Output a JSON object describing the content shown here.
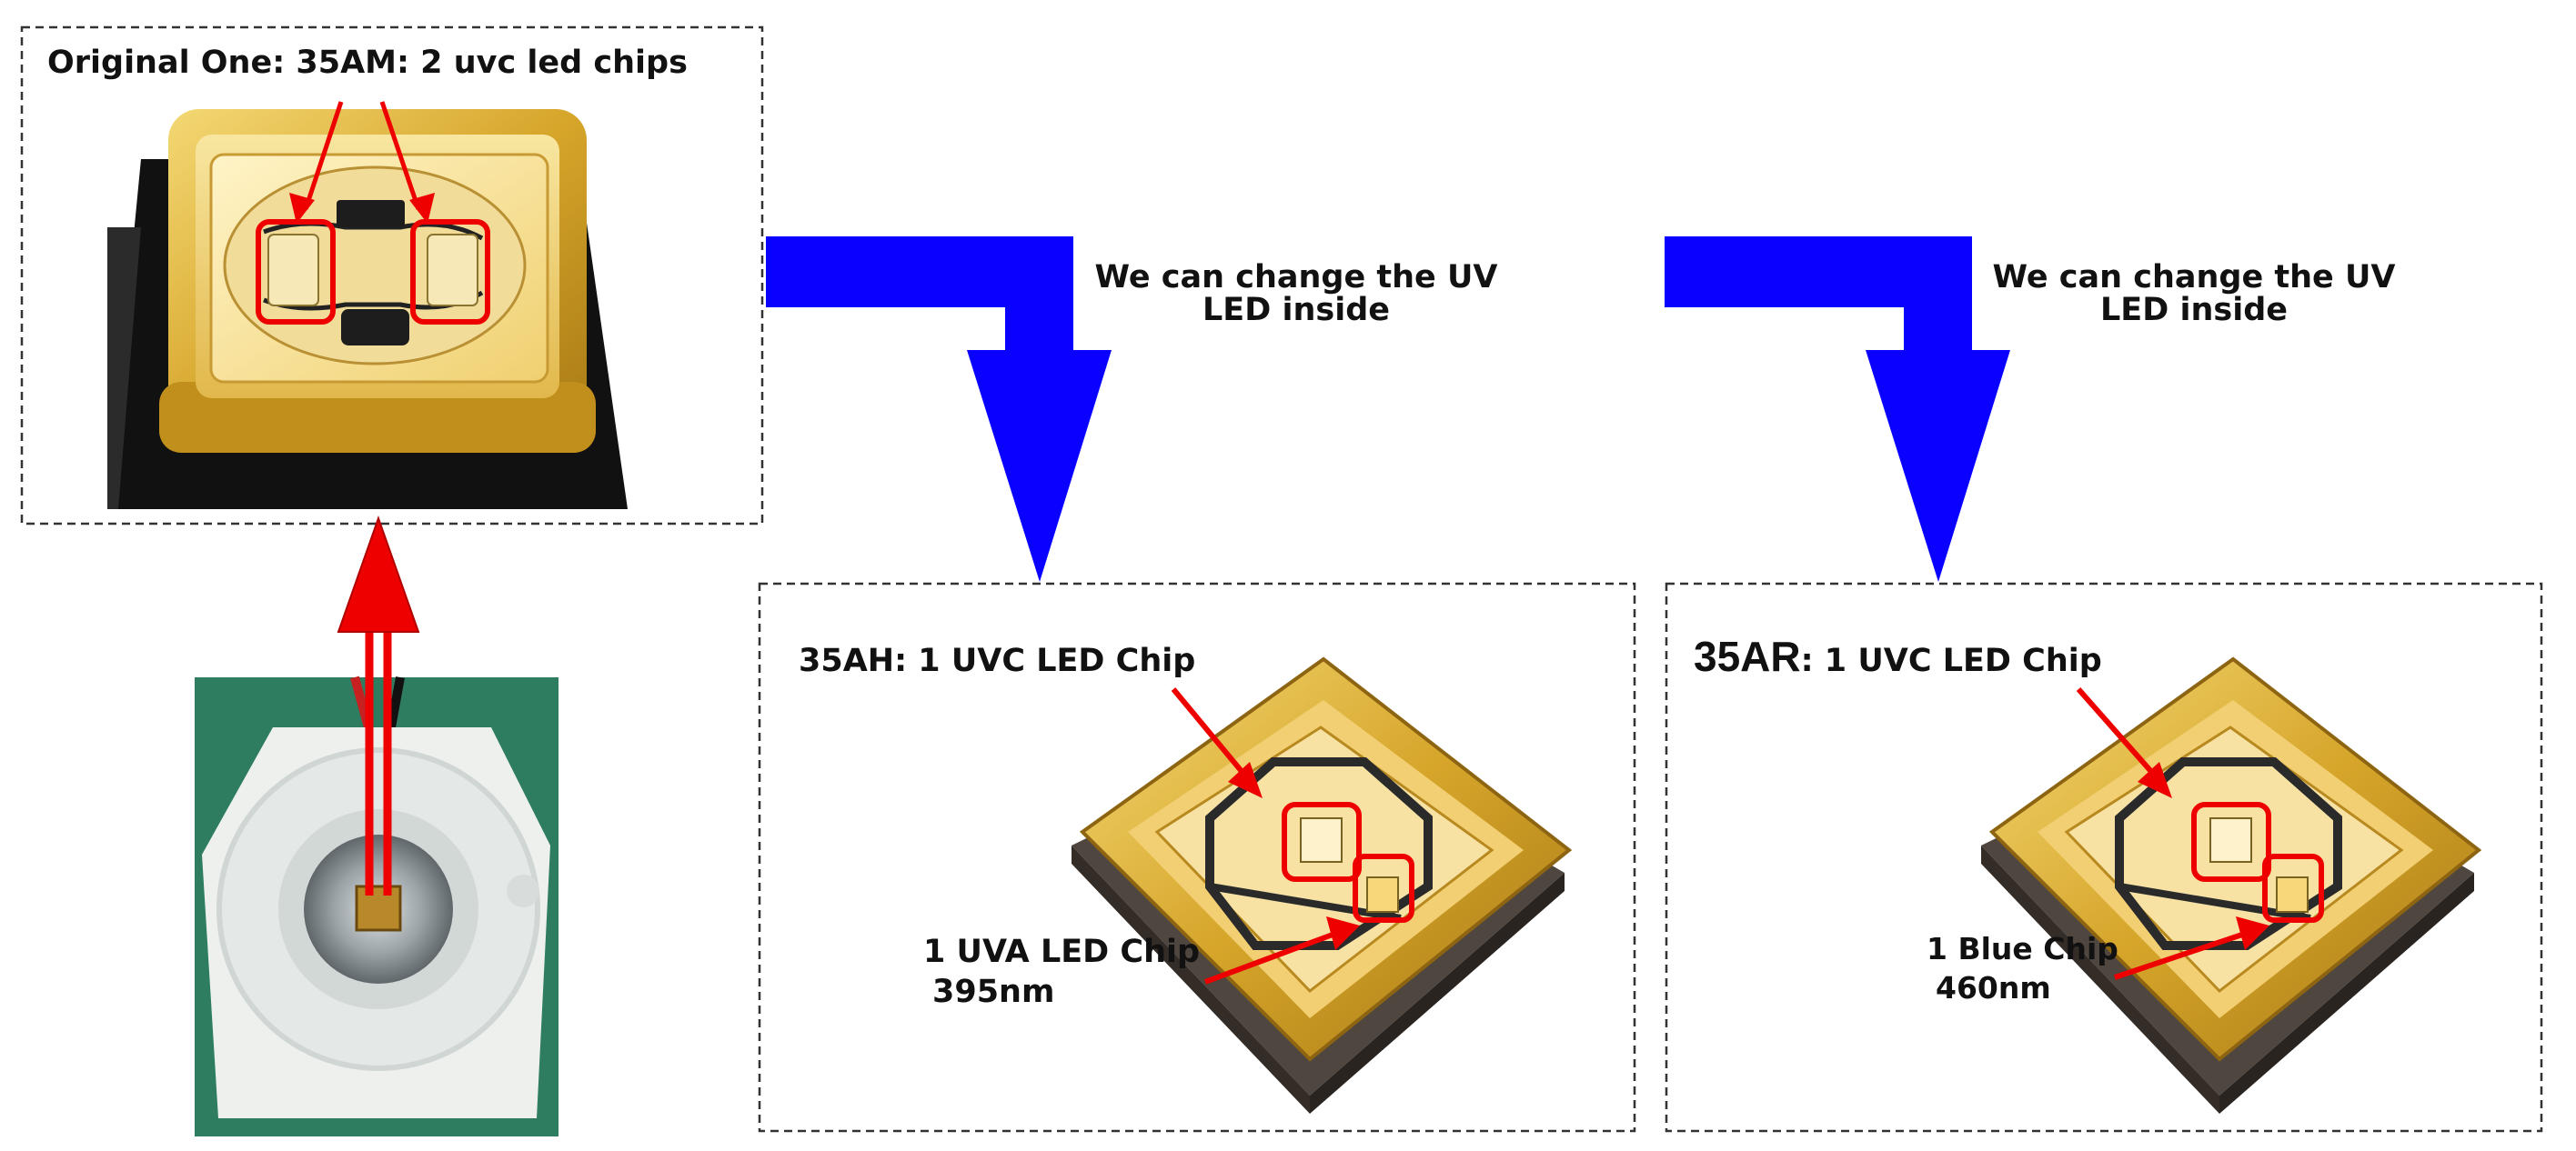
{
  "panels": {
    "original": {
      "title": "Original One: 35AM: 2 uvc led chips"
    },
    "ah": {
      "prefix": "35AH",
      "suffix": ": 1 UVC LED Chip",
      "second_chip": "1 UVA LED Chip",
      "second_wavelength": "395nm"
    },
    "ar": {
      "prefix": "35AR",
      "suffix": ": 1 UVC LED Chip",
      "second_chip": "1 Blue Chip",
      "second_wavelength": "460nm"
    }
  },
  "arrows": {
    "caption_line1": "We can change the UV",
    "caption_line2": "LED inside"
  },
  "colors": {
    "arrow_blue": "#0a00ff",
    "highlight_red": "#ee0000",
    "gold": "#d8a82a",
    "black_base": "#111111",
    "green_board": "#2e7d60"
  }
}
